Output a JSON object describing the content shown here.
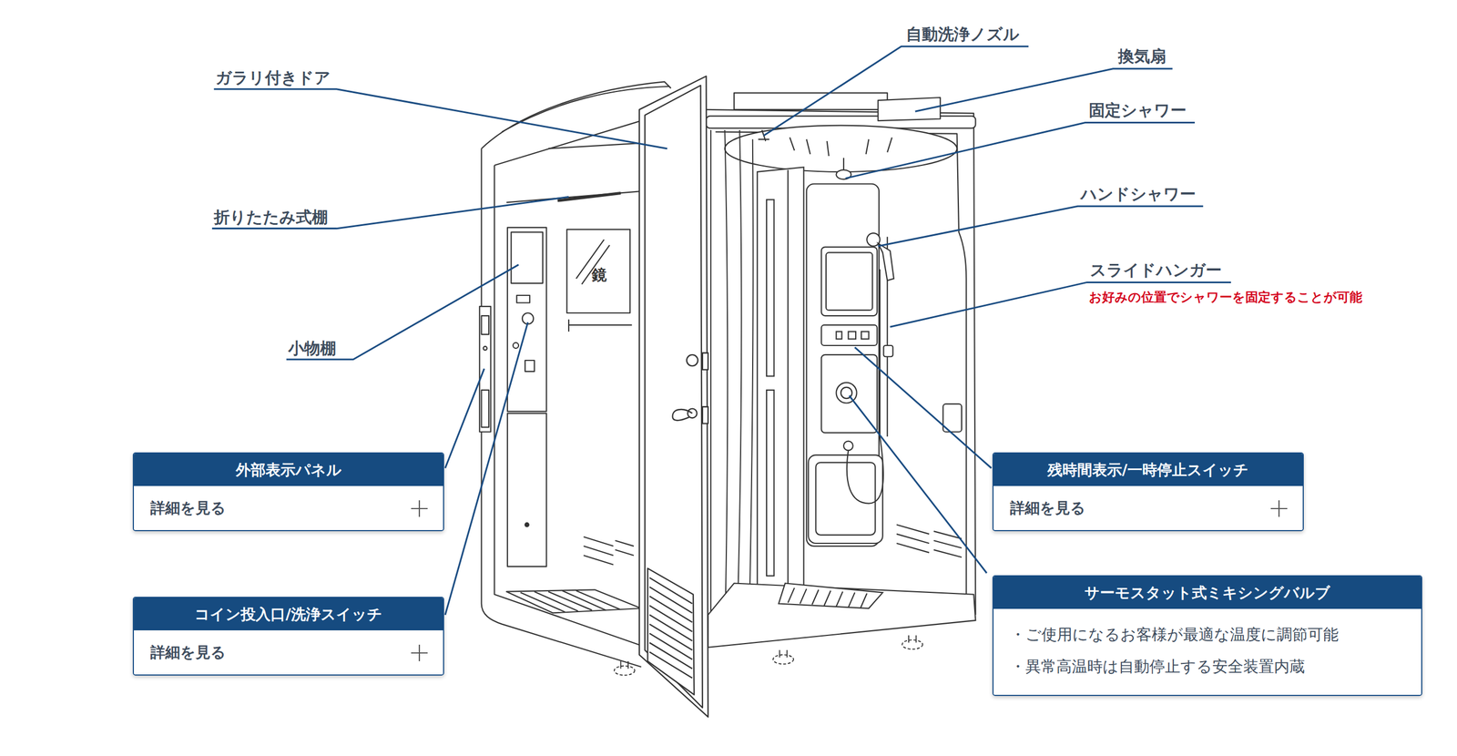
{
  "diagram": {
    "nodes": [
      {
        "text": [
          "外部表示パネル",
          "詳細を見る"
        ]
      },
      {
        "text": [
          "コイン投入口/洗浄スイッチ",
          "詳細を見る"
        ]
      },
      {
        "text": [
          "残時間表示/一時停止スイッチ",
          "詳細を見る"
        ]
      },
      {
        "text": [
          "サーモスタット式ミキシングバルブ",
          "・ご使用になるお客様が最適な温度に調節可能",
          "・異常高温時は自動停止する安全装置内蔵"
        ]
      }
    ],
    "labels": [
      "ガラリ付きドア",
      "自動洗浄ノズル",
      "換気扇",
      "固定シャワー",
      "折りたたみ式棚",
      "ハンドシャワー",
      "スライドハンガー",
      "お好みの位置でシャワーを固定することが可能",
      "小物棚",
      "鏡"
    ]
  }
}
